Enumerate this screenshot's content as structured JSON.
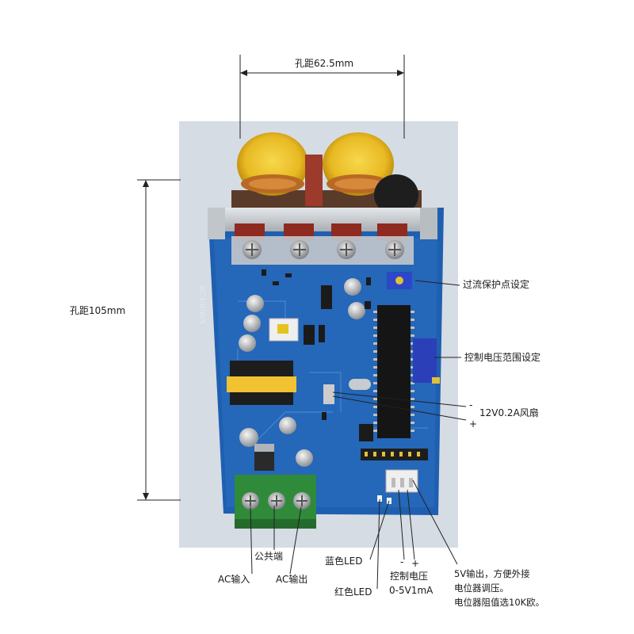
{
  "annotations": {
    "hole_spacing_width": "孔距62.5mm",
    "hole_spacing_height": "孔距105mm",
    "overcurrent_setting": "过流保护点设定",
    "control_voltage_range": "控制电压范围设定",
    "fan_minus": "-",
    "fan_plus": "+",
    "fan": "12V0.2A风扇",
    "common_terminal": "公共端",
    "ac_input": "AC输入",
    "ac_output": "AC输出",
    "blue_led": "蓝色LED",
    "red_led": "红色LED",
    "control_voltage_minus": "-",
    "control_voltage_plus": "+",
    "control_voltage": "控制电压",
    "control_voltage_range_value": "0-5V1mA",
    "five_v_output": "5V输出，方便外接",
    "potentiometer_adjust": "电位器调压。",
    "potentiometer_value": "电位器阻值选10K欧。"
  },
  "board": {
    "model_silkscreen": "AC300W5"
  },
  "colors": {
    "pcb": "#1f5fb0",
    "background_panel": "#d4dbe3",
    "toroid": "#f0c531",
    "terminal_block": "#2f8a3a",
    "heatsink": "#c9cdd2"
  }
}
